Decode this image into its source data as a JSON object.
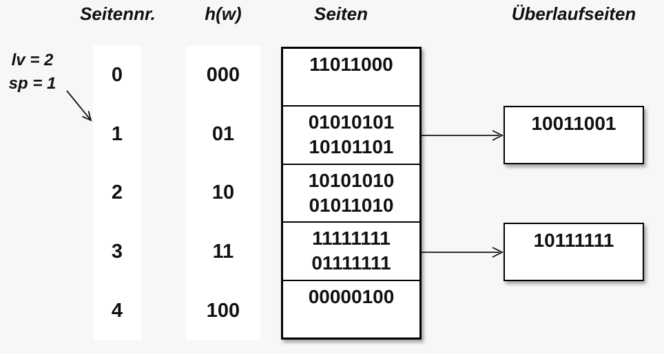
{
  "colors": {
    "background": "#f7f7f7",
    "surface": "#ffffff",
    "ink": "#111111"
  },
  "headers": {
    "seitennr": "Seitennr.",
    "hw": "h(w)",
    "seiten": "Seiten",
    "ueberlauf": "Überlaufseiten"
  },
  "annotation": {
    "lv": "lv = 2",
    "sp": "sp = 1"
  },
  "rows": [
    {
      "nr": "0",
      "hash": "000",
      "lines": [
        "11011000"
      ]
    },
    {
      "nr": "1",
      "hash": "01",
      "lines": [
        "01010101",
        "10101101"
      ]
    },
    {
      "nr": "2",
      "hash": "10",
      "lines": [
        "10101010",
        "01011010"
      ]
    },
    {
      "nr": "3",
      "hash": "11",
      "lines": [
        "11111111",
        "01111111"
      ]
    },
    {
      "nr": "4",
      "hash": "100",
      "lines": [
        "00000100"
      ]
    }
  ],
  "overflow_pages": [
    {
      "value": "10011001",
      "linked_row": "1"
    },
    {
      "value": "10111111",
      "linked_row": "3"
    }
  ]
}
